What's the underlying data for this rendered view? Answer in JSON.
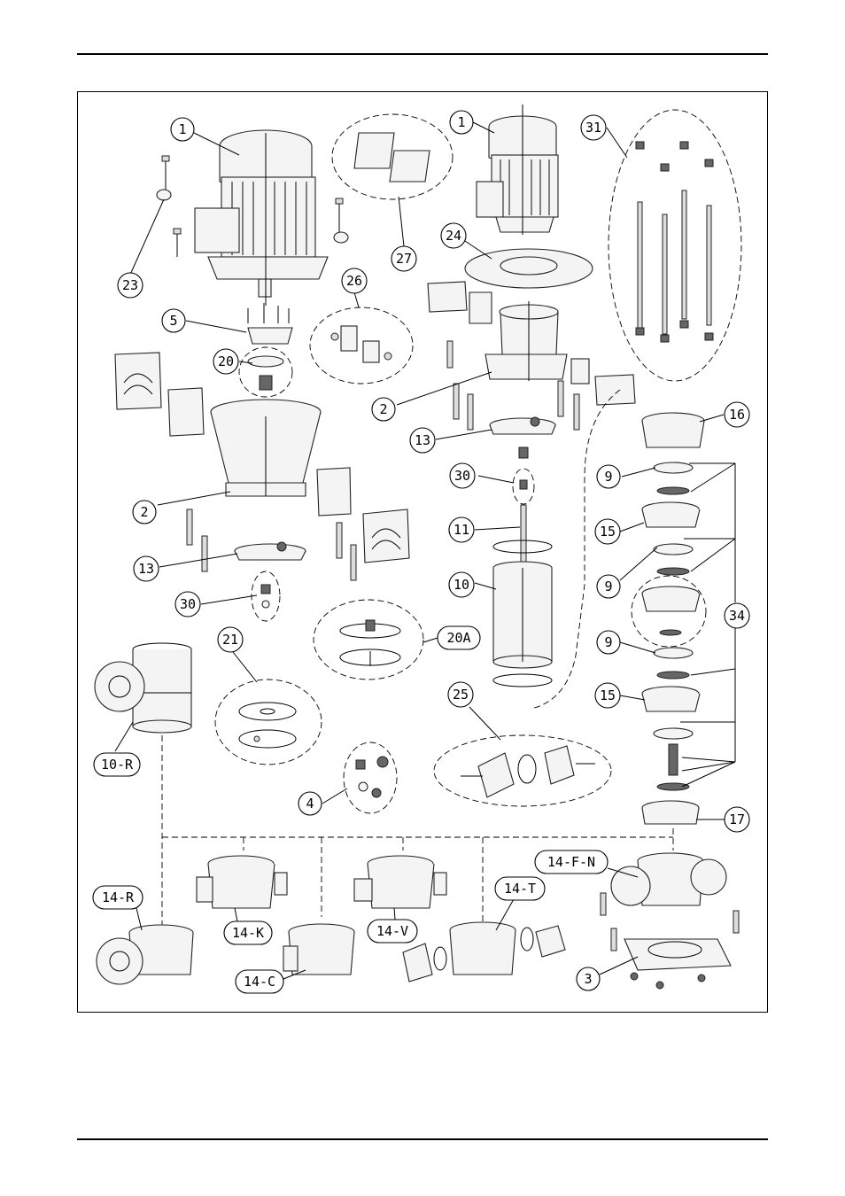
{
  "callouts": [
    {
      "id": "c1a",
      "text": "1"
    },
    {
      "id": "c1b",
      "text": "1"
    },
    {
      "id": "c2a",
      "text": "2"
    },
    {
      "id": "c2b",
      "text": "2"
    },
    {
      "id": "c3",
      "text": "3"
    },
    {
      "id": "c4",
      "text": "4"
    },
    {
      "id": "c5",
      "text": "5"
    },
    {
      "id": "c9a",
      "text": "9"
    },
    {
      "id": "c9b",
      "text": "9"
    },
    {
      "id": "c9c",
      "text": "9"
    },
    {
      "id": "c10",
      "text": "10"
    },
    {
      "id": "c10r",
      "text": "10-R"
    },
    {
      "id": "c11",
      "text": "11"
    },
    {
      "id": "c13a",
      "text": "13"
    },
    {
      "id": "c13b",
      "text": "13"
    },
    {
      "id": "c14c",
      "text": "14-C"
    },
    {
      "id": "c14fn",
      "text": "14-F-N"
    },
    {
      "id": "c14k",
      "text": "14-K"
    },
    {
      "id": "c14r",
      "text": "14-R"
    },
    {
      "id": "c14t",
      "text": "14-T"
    },
    {
      "id": "c14v",
      "text": "14-V"
    },
    {
      "id": "c15a",
      "text": "15"
    },
    {
      "id": "c15b",
      "text": "15"
    },
    {
      "id": "c16",
      "text": "16"
    },
    {
      "id": "c17",
      "text": "17"
    },
    {
      "id": "c20",
      "text": "20"
    },
    {
      "id": "c20a",
      "text": "20A"
    },
    {
      "id": "c21",
      "text": "21"
    },
    {
      "id": "c23",
      "text": "23"
    },
    {
      "id": "c24",
      "text": "24"
    },
    {
      "id": "c25",
      "text": "25"
    },
    {
      "id": "c26",
      "text": "26"
    },
    {
      "id": "c27",
      "text": "27"
    },
    {
      "id": "c30a",
      "text": "30"
    },
    {
      "id": "c30b",
      "text": "30"
    },
    {
      "id": "c31",
      "text": "31"
    },
    {
      "id": "c34",
      "text": "34"
    }
  ]
}
